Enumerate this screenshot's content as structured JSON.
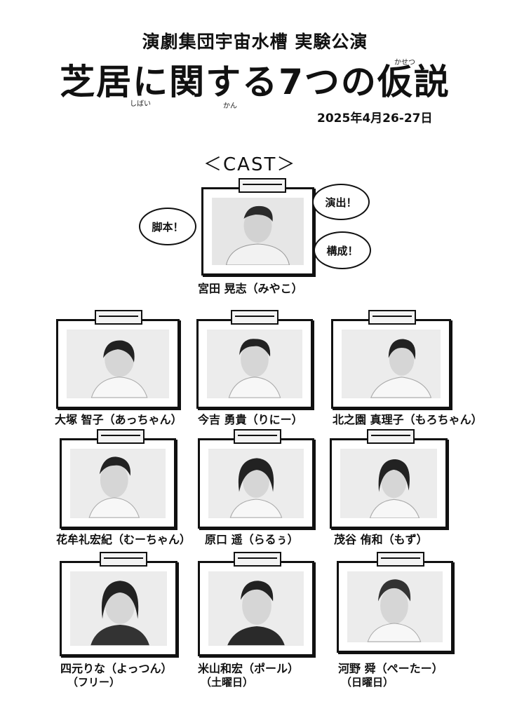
{
  "header": {
    "group": "演劇集団宇宙水槽 実験公演",
    "title": "芝居に関する7つの仮説",
    "ruby_shibai": "しばい",
    "ruby_kan": "かん",
    "ruby_kasetsu": "かせつ",
    "date": "2025年4月26-27日"
  },
  "cast_heading": "＜CAST＞",
  "director": {
    "name": "宮田 晃志（みやこ）",
    "bubble_left": "脚本！",
    "bubble_right_top": "演出！",
    "bubble_right_bottom": "構成！"
  },
  "cast": [
    {
      "name": "大塚 智子（あっちゃん）"
    },
    {
      "name": "今吉 勇貴（りにー）"
    },
    {
      "name": "北之園 真理子（もろちゃん）"
    },
    {
      "name": "花牟礼宏紀（むーちゃん）"
    },
    {
      "name": "原口 遥（らるぅ）"
    },
    {
      "name": "茂谷 侑和（もず）"
    },
    {
      "name": "四元りな（よっつん）",
      "note": "（フリー）"
    },
    {
      "name": "米山和宏（ポール）",
      "note": "（土曜日）"
    },
    {
      "name": "河野 舜（ぺーたー）",
      "note": "（日曜日）"
    }
  ]
}
